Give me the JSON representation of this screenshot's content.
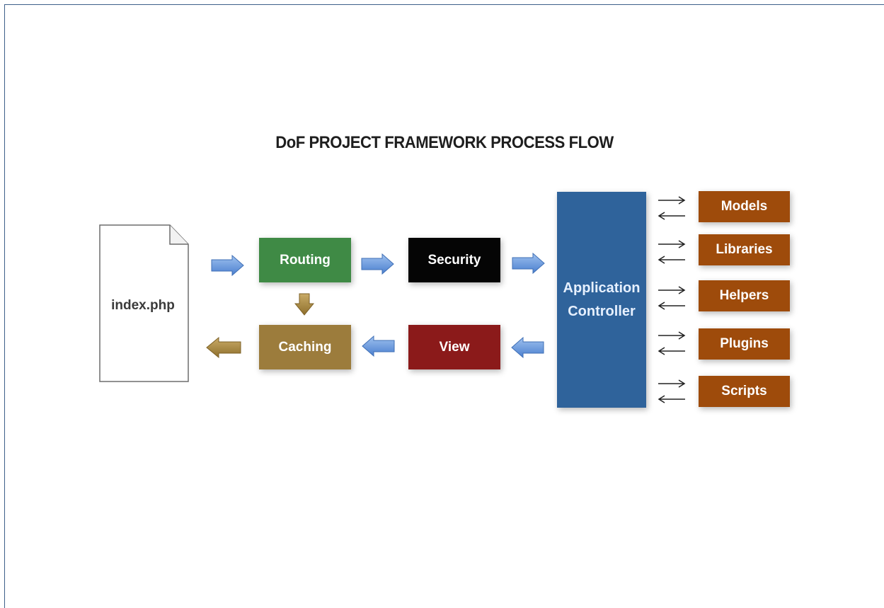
{
  "title": "DoF PROJECT FRAMEWORK PROCESS FLOW",
  "document": {
    "label": "index.php"
  },
  "boxes": {
    "routing": "Routing",
    "security": "Security",
    "caching": "Caching",
    "view": "View",
    "app_controller_line1": "Application",
    "app_controller_line2": "Controller"
  },
  "side_boxes": [
    "Models",
    "Libraries",
    "Helpers",
    "Plugins",
    "Scripts"
  ],
  "colors": {
    "routing": "#3f8a45",
    "security": "#050505",
    "caching": "#9c7c3c",
    "view": "#8b1a1a",
    "app_controller": "#2f639b",
    "side_boxes": "#9e4b0b",
    "flow_arrow_blue": "#5b8fd6",
    "flow_arrow_gold": "#a4843c"
  }
}
